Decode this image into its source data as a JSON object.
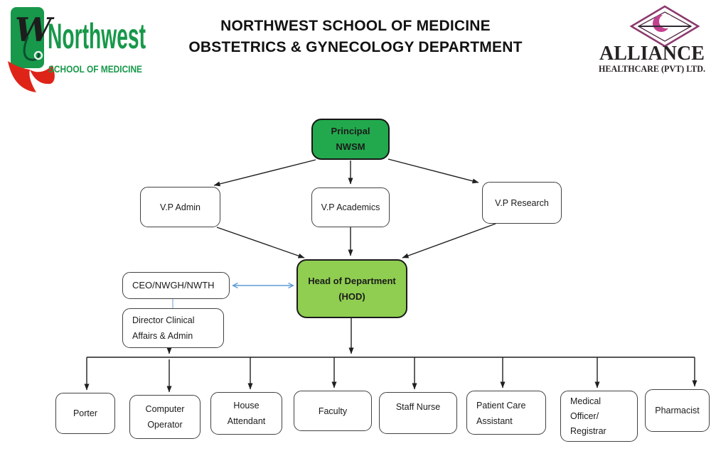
{
  "header": {
    "title_line1": "NORTHWEST SCHOOL OF MEDICINE",
    "title_line2": "OBSTETRICS & GYNECOLOGY DEPARTMENT",
    "left_logo": {
      "monogram": "W",
      "name": "Northwest",
      "tagline": "SCHOOL OF MEDICINE"
    },
    "right_logo": {
      "name": "ALLIANCE",
      "tagline": "HEALTHCARE (PVT) LTD."
    }
  },
  "colors": {
    "principal_fill": "#22A94D",
    "hod_fill": "#8FCE50",
    "connector_black": "#1F1F1F",
    "link_blue": "#5B9BD5",
    "ceo_director_link_blue": "#9DC3E6",
    "logo_green": "#17984A",
    "logo_red": "#DE2418",
    "alliance_magenta": "#C2418F"
  },
  "org_chart": {
    "nodes": {
      "principal": {
        "lines": [
          "Principal",
          "NWSM"
        ]
      },
      "vp_admin": {
        "lines": [
          "V.P Admin"
        ]
      },
      "vp_academics": {
        "lines": [
          "V.P Academics"
        ]
      },
      "vp_research": {
        "lines": [
          "V.P Research"
        ]
      },
      "ceo": {
        "lines": [
          "CEO/NWGH/NWTH"
        ]
      },
      "hod": {
        "lines": [
          "Head of Department",
          "(HOD)"
        ]
      },
      "director": {
        "lines": [
          "Director Clinical",
          "Affairs & Admin"
        ]
      },
      "porter": {
        "lines": [
          "Porter"
        ]
      },
      "computer_operator": {
        "lines": [
          "Computer",
          "Operator"
        ]
      },
      "house_attendant": {
        "lines": [
          "House",
          "Attendant"
        ]
      },
      "faculty": {
        "lines": [
          "Faculty"
        ]
      },
      "staff_nurse": {
        "lines": [
          "Staff Nurse"
        ]
      },
      "patient_care_assistant": {
        "lines": [
          "Patient Care",
          "Assistant"
        ]
      },
      "medical_officer_registrar": {
        "lines": [
          "Medical",
          "Officer/",
          "Registrar"
        ]
      },
      "pharmacist": {
        "lines": [
          "Pharmacist"
        ]
      }
    }
  }
}
